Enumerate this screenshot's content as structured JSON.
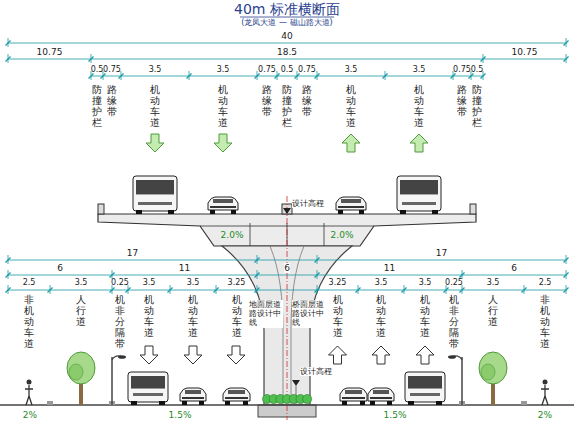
{
  "diagram": {
    "title": "40m 标准横断面",
    "labels": [
      "(龙凤大道 — 磁山路大道)",
      "40",
      "10.75",
      "18.5",
      "10.75",
      "0.5",
      "0.75",
      "3.5",
      "3.5",
      "0.75",
      "0.5",
      "0.75",
      "3.5",
      "3.5",
      "0.75",
      "0.5",
      "防撞护栏",
      "路缘带",
      "机动车道",
      "机动车道",
      "路缘带",
      "防撞护栏",
      "路缘带",
      "机动车道",
      "机动车道",
      "路缘带",
      "防撞护栏",
      "设计高程",
      "2.0%",
      "2.0%",
      "17",
      "17",
      "6",
      "11",
      "6",
      "11",
      "6",
      "2.5",
      "3.5",
      "0.25",
      "3.5",
      "3.5",
      "3.25",
      "3.25",
      "3.5",
      "3.5",
      "0.25",
      "3.5",
      "2.5",
      "非机动车道",
      "人行道",
      "机非分隔带",
      "机动车道",
      "机动车道",
      "机动车道",
      "机动车道",
      "机动车道",
      "机动车道",
      "机非分隔带",
      "人行道",
      "非机动车道",
      "地面层道路设计中线",
      "桥面层道路设计中线",
      "设计高程",
      "2%",
      "1.5%",
      "1.5%",
      "2%"
    ]
  }
}
